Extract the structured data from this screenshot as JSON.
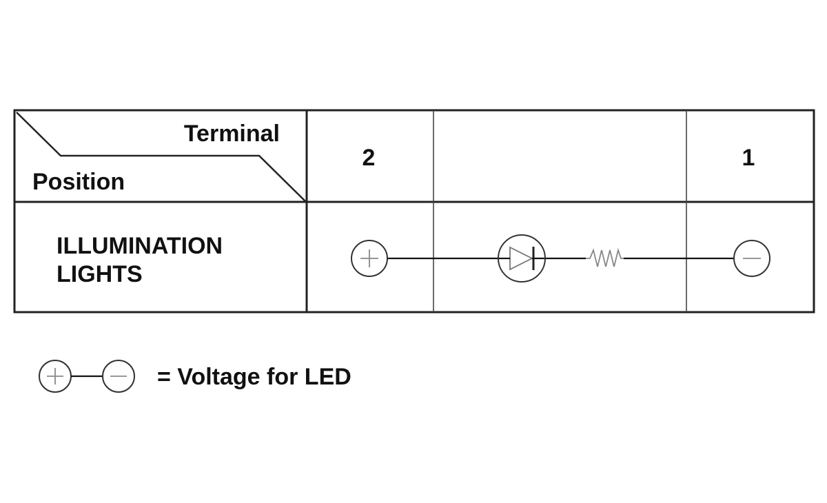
{
  "table": {
    "header_terminal": "Terminal",
    "header_position": "Position",
    "terminal_left": "2",
    "terminal_right": "1",
    "row_label_line1": "ILLUMINATION",
    "row_label_line2": "LIGHTS"
  },
  "legend": {
    "text": "= Voltage for LED"
  }
}
